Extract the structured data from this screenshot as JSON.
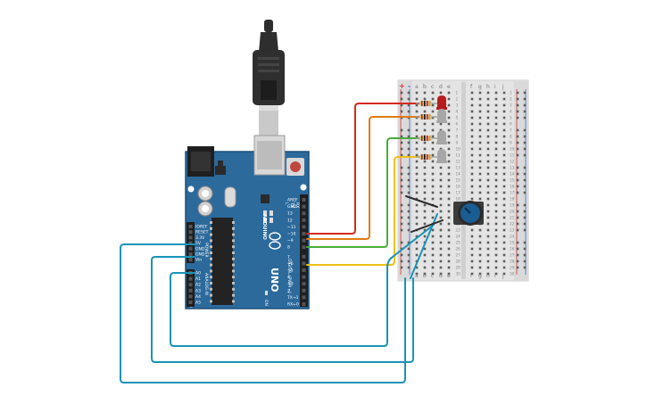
{
  "arduino": {
    "model_text": "UNO",
    "brand_text": "ARDUINO",
    "digital_label": "DIGITAL (PWM ~)",
    "analog_label": "ANALOG IN",
    "power_label": "POWER",
    "on_label": "ON",
    "tx_label": "TX",
    "rx_label": "RX",
    "l_label": "L",
    "digital_pins": [
      "AREF",
      "GND",
      "13",
      "12",
      "~11",
      "~10",
      "~9",
      "8",
      "7",
      "~6",
      "~5",
      "4",
      "~3",
      "2",
      "TX→1",
      "RX←0"
    ],
    "power_pins": [
      "IOREF",
      "RESET",
      "3.3V",
      "5V",
      "GND",
      "GND",
      "Vin"
    ],
    "analog_pins": [
      "A0",
      "A1",
      "A2",
      "A3",
      "A4",
      "A5"
    ]
  },
  "breadboard": {
    "columns_left": [
      "a",
      "b",
      "c",
      "d",
      "e"
    ],
    "columns_right": [
      "f",
      "g",
      "h",
      "i",
      "j"
    ],
    "rail_plus": "+",
    "rail_minus": "-",
    "row_count": 30
  },
  "colors": {
    "board": "#2c6a9c",
    "board_edge": "#1d4f78",
    "wire_red": "#d42a1e",
    "wire_orange": "#e07b16",
    "wire_green": "#48ad3a",
    "wire_yellow": "#eec018",
    "wire_blue": "#1b93b8",
    "wire_black": "#2b2b2b",
    "led_red": "#b81d1d",
    "led_off": "#a7a7a7",
    "pot_knob": "#1a5d93"
  },
  "components": {
    "leds": [
      "led-1",
      "led-2",
      "led-3",
      "led-4"
    ],
    "resistors": [
      "resistor-1",
      "resistor-2",
      "resistor-3",
      "resistor-4"
    ],
    "potentiometer": "potentiometer",
    "usb_cable": "usb-cable"
  }
}
